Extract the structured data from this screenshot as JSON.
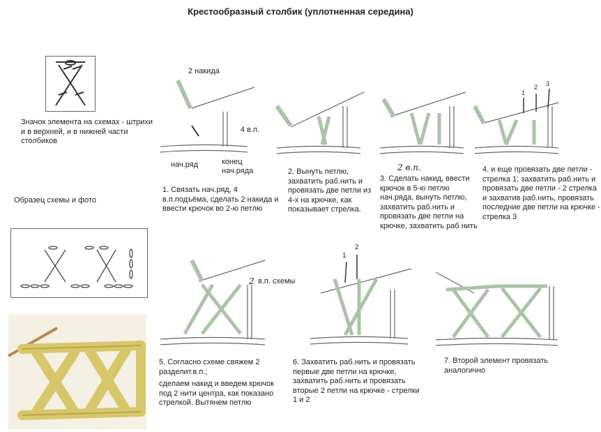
{
  "title": "Крестообразный столбик (уплотненная середина)",
  "symbol_caption": "Значок элемента на схемах - штрихи и в верхней, и в нижней части столбиков",
  "sample_label": "Образец схемы и фото",
  "steps": [
    {
      "text": "1. Связать нач.ряд, 4 в.п.подъёма, сделать 2 накида и ввести крючок во 2-ю петлю",
      "labels": {
        "top": "2 накида",
        "side": "4 в.п.",
        "start_row": "нач.ряд",
        "end_row": "конец нач.ряда"
      }
    },
    {
      "text": "2. Вынуть петлю, захватить раб.нить и провязать две петли из 4-х на крючке, как показывает стрелка."
    },
    {
      "text": "3. Сделать накид, ввести крючок в 5-ю петлю нач.ряда, вынуть петлю, захватить раб.нить и провязать две петли на крючке, захватить раб нить",
      "labels": {
        "handwritten": "2 в.п."
      }
    },
    {
      "text": "4. и еще провязать две петли - стрелка 1; захватить раб.нить и провязать две петли  - 2 стрелка и захватив раб.нить, провязать последние две петли на крючке - стрелка 3",
      "labels": {
        "arrows": [
          "1",
          "2",
          "3"
        ]
      }
    },
    {
      "text_a": "5. Согласно схеме свяжем 2 разделит.в.п.;",
      "text_b": "сделаем накид и введем крючок  под 2 нити центра, как показано стрелкой. Вытянем петлю",
      "labels": {
        "side": "в.п. схемы",
        "number": "2"
      }
    },
    {
      "text": "6.  Захватить раб.нить и провязать первые две петли на крючке, захватить раб.нить и провязать вторые 2 петли на крючке - стрелки 1 и 2",
      "labels": {
        "arrows": [
          "1",
          "2"
        ]
      }
    },
    {
      "text": "7. Второй элемент провязать аналогично"
    }
  ],
  "colors": {
    "yarn_green": "#a9c4a6",
    "stroke": "#555555",
    "photo_yarn": "#d8c76a"
  }
}
